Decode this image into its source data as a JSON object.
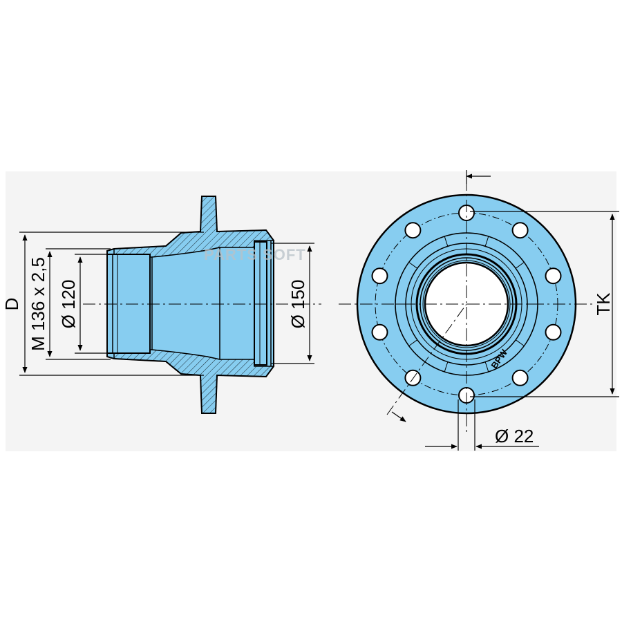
{
  "colors": {
    "part_fill": "#87cdf0",
    "outline": "#000000",
    "background": "#ffffff",
    "band": "#f3f3f3"
  },
  "dimensions": {
    "d_label": "D",
    "thread_label": "M 136 x 2,5",
    "bore_label": "Ø 120",
    "seat_label": "Ø 150",
    "tk_label": "TK",
    "hole_label": "Ø 22"
  },
  "logo": "BPW",
  "watermark": "PARTS SOFT"
}
